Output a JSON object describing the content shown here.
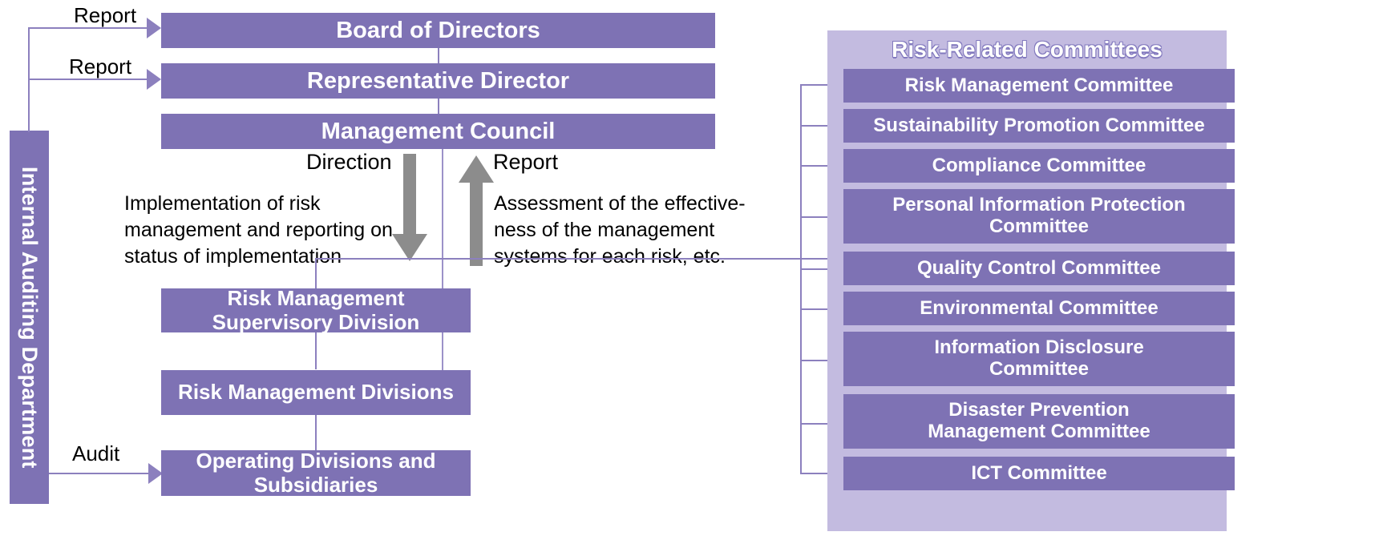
{
  "diagram": {
    "title": "Risk Management Organizational Structure",
    "colors": {
      "box_purple": "#7E72B4",
      "panel_lavender": "#C3BBE0",
      "connector_purple": "#8C80BE",
      "arrow_grey": "#8C8C8C",
      "text_white": "#FFFFFF",
      "text_black": "#000000"
    }
  },
  "left_bar": {
    "label": "Internal Auditing Department"
  },
  "governance_boxes": [
    {
      "label": "Board of Directors"
    },
    {
      "label": "Representative Director"
    },
    {
      "label": "Management Council"
    }
  ],
  "operational_boxes": [
    {
      "label": "Risk Management\nSupervisory Division"
    },
    {
      "label": "Risk Management Divisions"
    },
    {
      "label": "Operating Divisions and\nSubsidiaries"
    }
  ],
  "connector_labels": {
    "report_board": "Report",
    "report_representative": "Report",
    "audit": "Audit",
    "direction": "Direction",
    "report_up": "Report"
  },
  "flow_text": {
    "down": "Implementation of risk\nmanagement and reporting on\nstatus of implementation",
    "up": "Assessment of the effective-\nness of the management\nsystems for each risk, etc."
  },
  "committee_panel": {
    "title": "Risk-Related Committees",
    "committees": [
      {
        "label": "Risk Management Committee"
      },
      {
        "label": "Sustainability Promotion Committee"
      },
      {
        "label": "Compliance Committee"
      },
      {
        "label": "Personal Information Protection\nCommittee"
      },
      {
        "label": "Quality Control Committee"
      },
      {
        "label": "Environmental Committee"
      },
      {
        "label": "Information Disclosure\nCommittee"
      },
      {
        "label": "Disaster Prevention\nManagement Committee"
      },
      {
        "label": "ICT Committee"
      }
    ]
  }
}
